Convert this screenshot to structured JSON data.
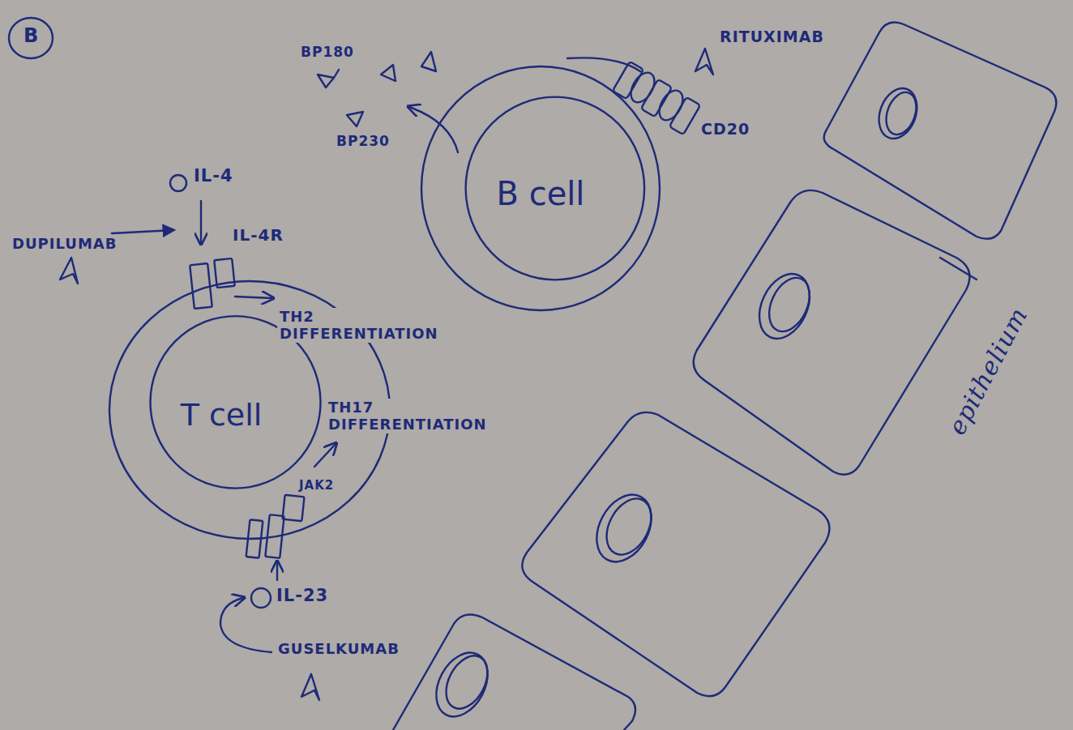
{
  "diagram": {
    "nodes": [
      {
        "text": [
          "B cell"
        ]
      },
      {
        "text": [
          "T cell"
        ]
      }
    ],
    "labels": [
      "B",
      "BP180",
      "BP230",
      "RITUXIMAB",
      "CD20",
      "IL-4",
      "DUPILUMAB",
      "IL-4R",
      "TH2 DIFFERENTIATION",
      "TH17 DIFFERENTIATION",
      "JAK2",
      "IL-23",
      "GUSELKUMAB",
      "epithelium"
    ]
  }
}
